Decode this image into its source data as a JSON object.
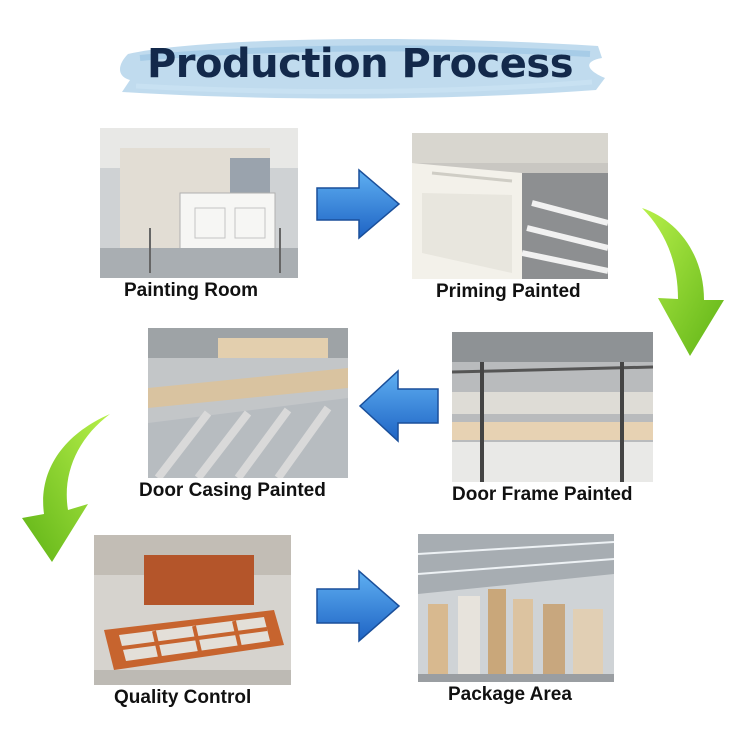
{
  "title": "Production Process",
  "steps": [
    {
      "label": "Painting Room"
    },
    {
      "label": "Priming Painted"
    },
    {
      "label": "Door Frame Painted"
    },
    {
      "label": "Door Casing Painted"
    },
    {
      "label": "Quality Control"
    },
    {
      "label": "Package Area"
    }
  ],
  "colors": {
    "title_text": "#13294b",
    "brush_stroke": "#a9cce6",
    "blue_arrow": "#2f7fd6",
    "green_arrow": "#7ed321"
  },
  "icons": [
    "blue-arrow-right-icon",
    "blue-arrow-left-icon",
    "green-curved-arrow-icon"
  ]
}
